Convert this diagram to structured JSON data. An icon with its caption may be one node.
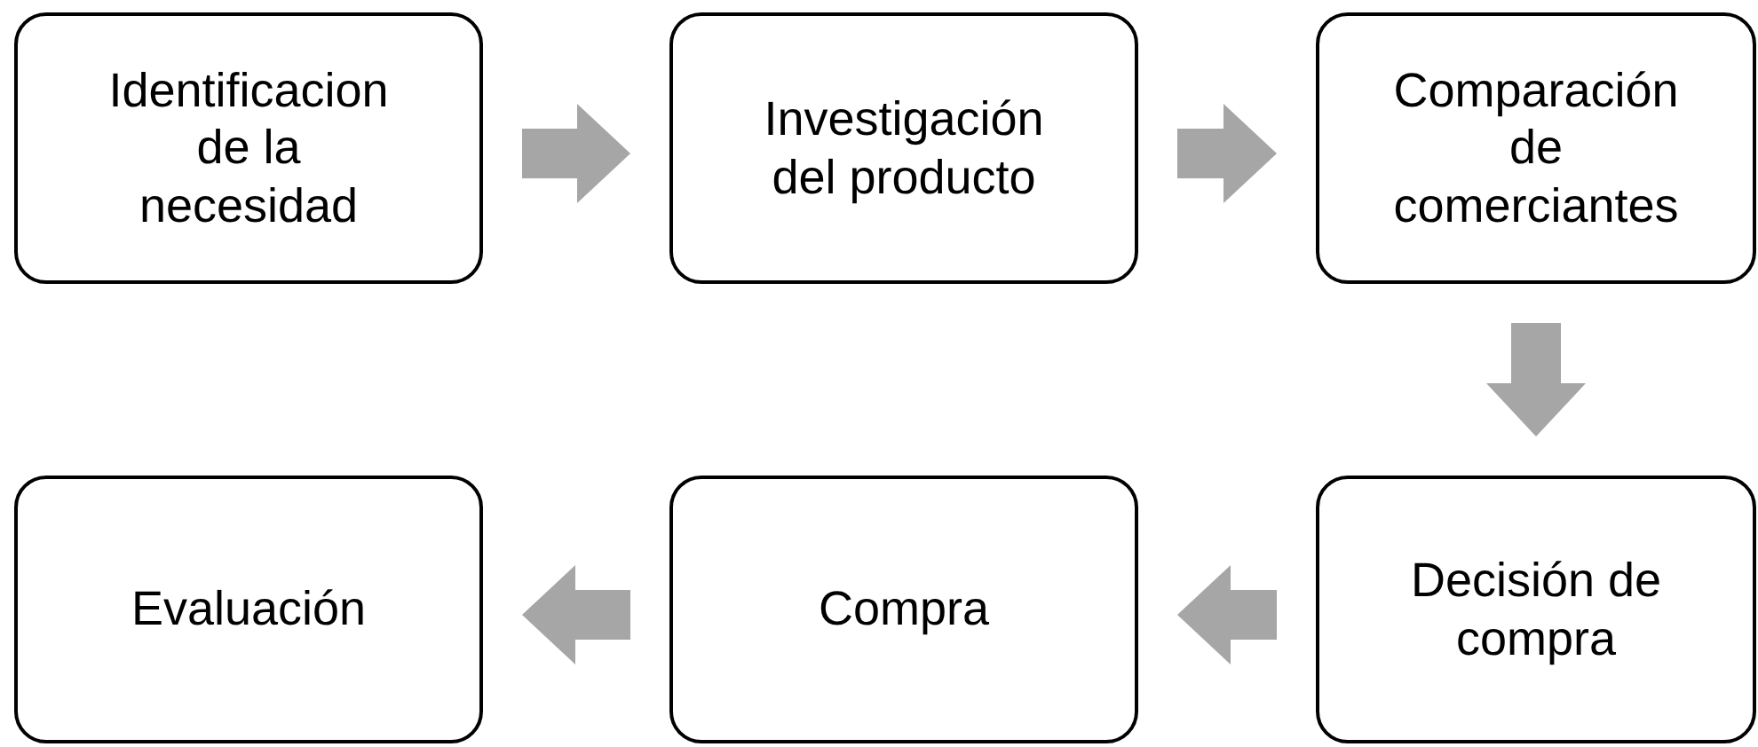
{
  "diagram": {
    "nodes": [
      {
        "text": [
          "Identificacion de la necesidad"
        ]
      },
      {
        "text": [
          "Investigación del producto"
        ]
      },
      {
        "text": [
          "Comparación de comerciantes"
        ]
      },
      {
        "text": [
          "Decisión de compra"
        ]
      },
      {
        "text": [
          "Compra"
        ]
      },
      {
        "text": [
          "Evaluación"
        ]
      }
    ],
    "edges": [
      {
        "from": 0,
        "to": 1,
        "arrow": "to"
      },
      {
        "from": 1,
        "to": 2,
        "arrow": "to"
      },
      {
        "from": 2,
        "to": 3,
        "arrow": "to"
      },
      {
        "from": 3,
        "to": 4,
        "arrow": "to"
      },
      {
        "from": 4,
        "to": 5,
        "arrow": "to"
      }
    ]
  }
}
